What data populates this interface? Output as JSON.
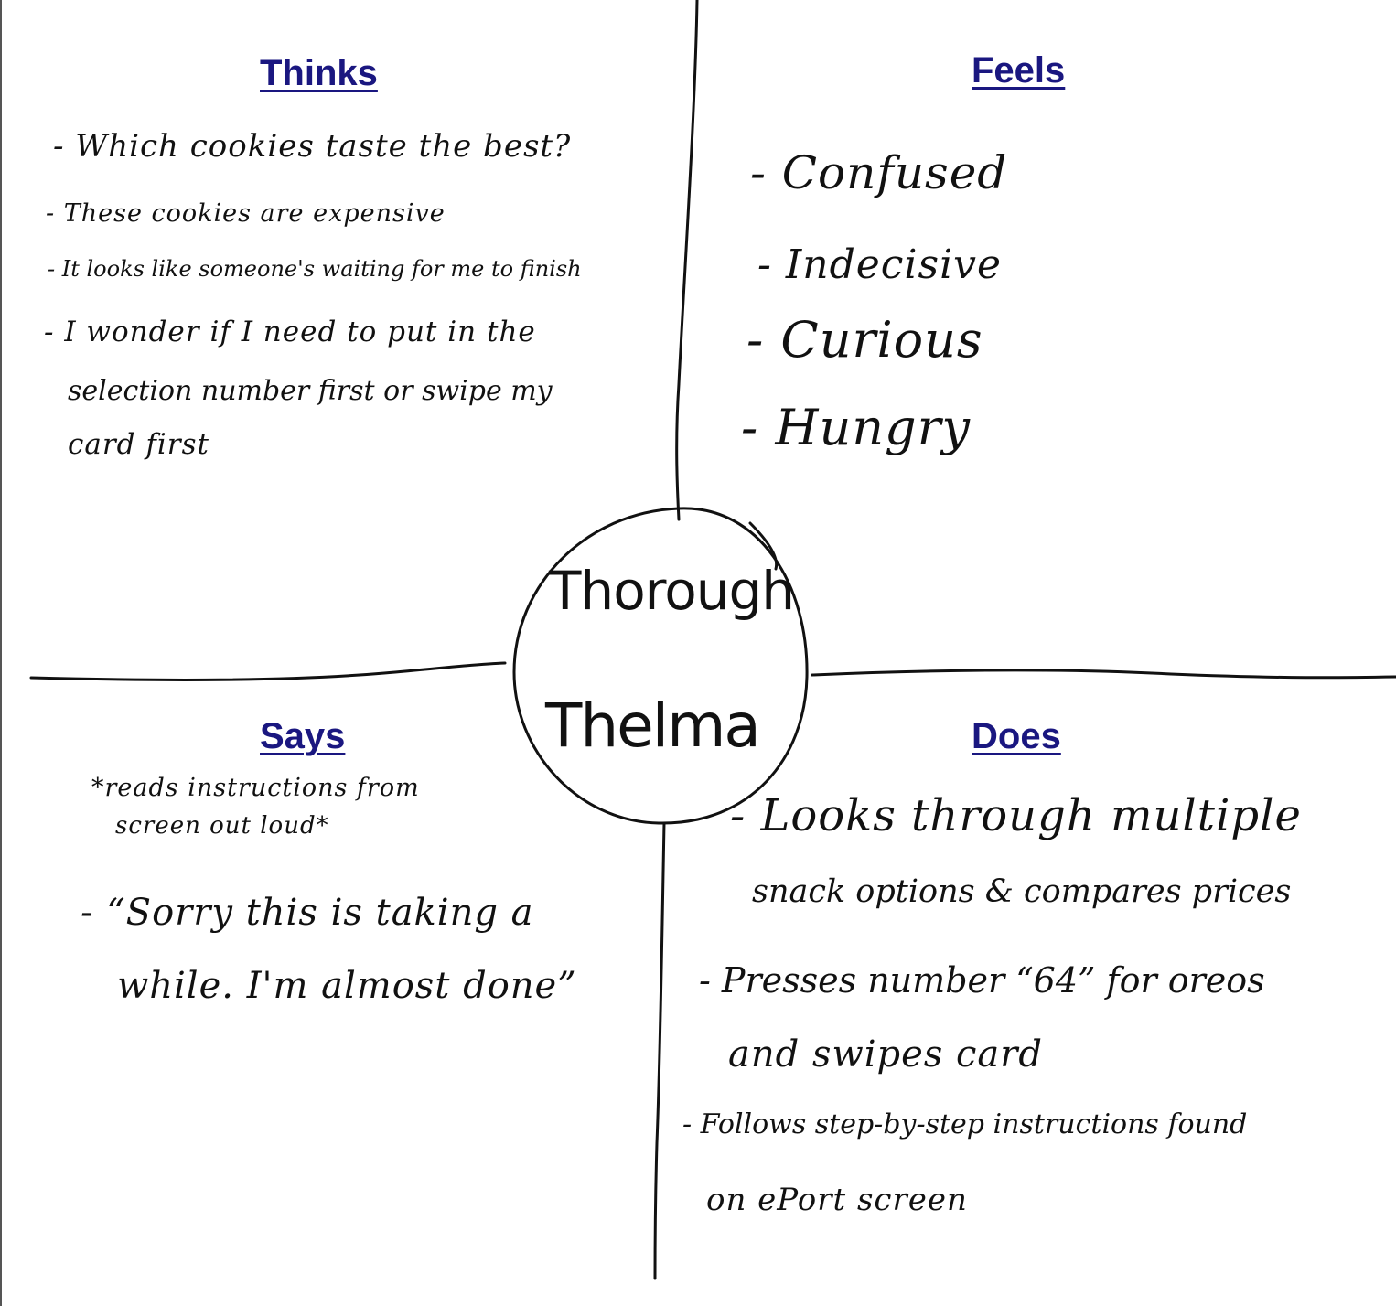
{
  "center": {
    "line1": "Thorough",
    "line2": "Thelma"
  },
  "quadrants": {
    "thinks": {
      "heading": "Thinks",
      "items": [
        "- Which cookies taste the best?",
        "- These cookies are expensive",
        "- It looks like someone's waiting for me to finish",
        "- I wonder if I need to put in the",
        "selection number first or swipe my",
        "card first"
      ]
    },
    "feels": {
      "heading": "Feels",
      "items": [
        "- Confused",
        "- Indecisive",
        "- Curious",
        "- Hungry"
      ]
    },
    "says": {
      "heading": "Says",
      "items": [
        "*reads instructions from",
        "screen out loud*",
        "- “Sorry this is taking a",
        "while. I'm almost done”"
      ]
    },
    "does": {
      "heading": "Does",
      "items": [
        "- Looks through multiple",
        "snack options & compares prices",
        "- Presses number “64” for oreos",
        "and swipes card",
        "- Follows step-by-step instructions found",
        "on ePort screen"
      ]
    }
  },
  "colors": {
    "heading": "#1a1780",
    "ink": "#111111",
    "background": "#ffffff"
  }
}
